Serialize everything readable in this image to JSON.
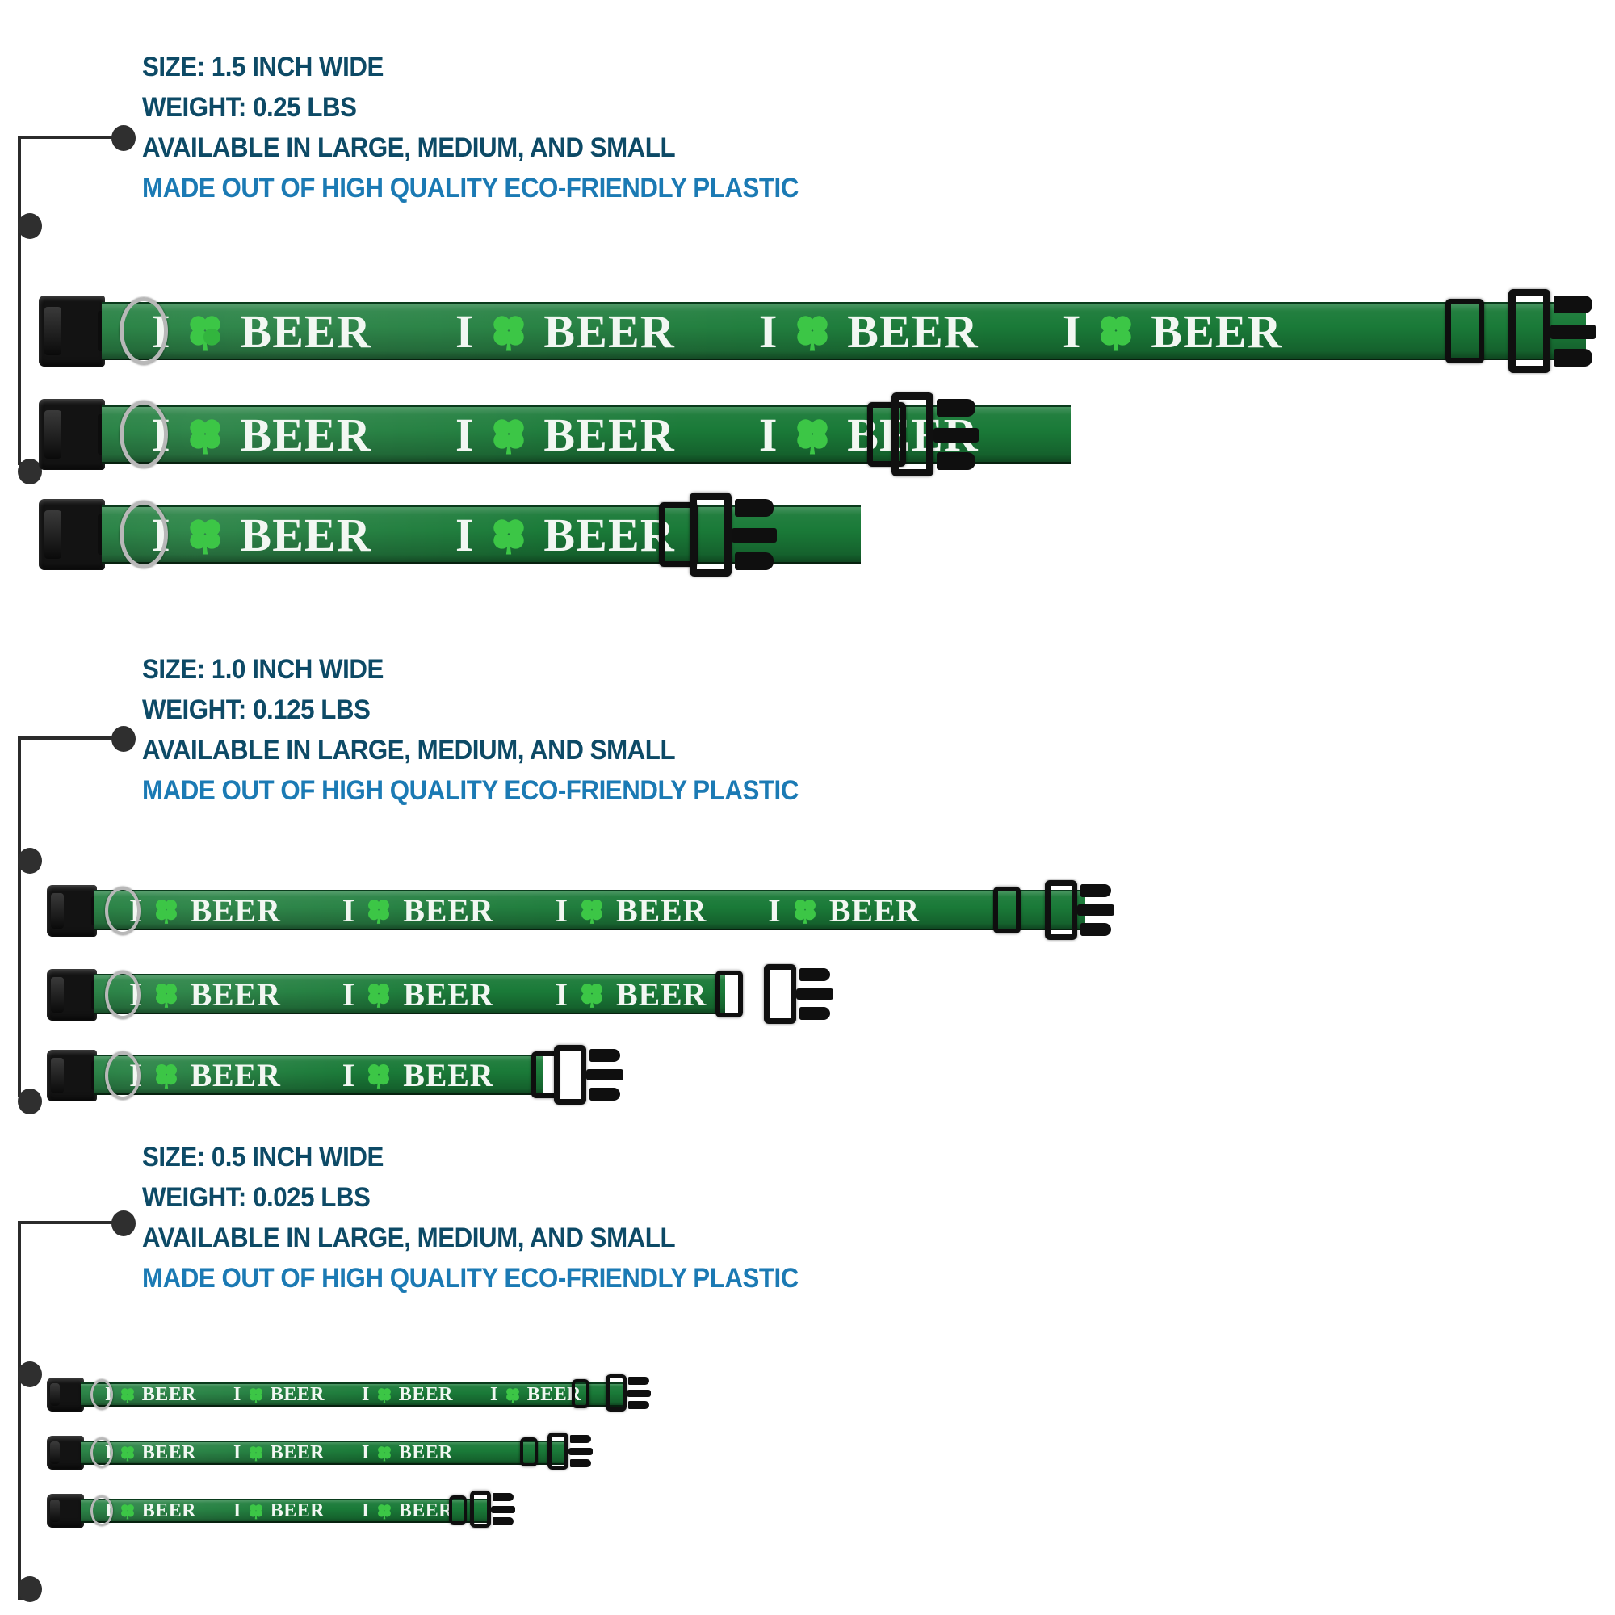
{
  "colors": {
    "text_dark": "#0d4a66",
    "text_light": "#1b7ab4",
    "webbing_green": "#1a7a38",
    "shamrock_green": "#3cc646",
    "print_white": "#f2f7f2",
    "hardware_black": "#131313",
    "dring_silver": "#b8b8b8",
    "leader_line": "#2b2b2b",
    "background": "#ffffff"
  },
  "collar_print": {
    "i_text": "I",
    "icon": "shamrock-icon",
    "beer_text": "BEER",
    "full_phrase": "I ☘ BEER"
  },
  "groups": [
    {
      "id": "group-1p5",
      "spec": {
        "size": "SIZE: 1.5 INCH WIDE",
        "weight": "WEIGHT: 0.25 LBS",
        "availability": "AVAILABLE IN LARGE, MEDIUM, AND SMALL",
        "material": "MADE OUT OF HIGH QUALITY ECO-FRIENDLY PLASTIC"
      },
      "collars": [
        {
          "size_label": "large",
          "repeats": 4
        },
        {
          "size_label": "medium",
          "repeats": 3
        },
        {
          "size_label": "small",
          "repeats": 2
        }
      ]
    },
    {
      "id": "group-1p0",
      "spec": {
        "size": "SIZE: 1.0 INCH WIDE",
        "weight": "WEIGHT: 0.125 LBS",
        "availability": "AVAILABLE IN LARGE, MEDIUM, AND SMALL",
        "material": "MADE OUT OF HIGH QUALITY ECO-FRIENDLY PLASTIC"
      },
      "collars": [
        {
          "size_label": "large",
          "repeats": 4
        },
        {
          "size_label": "medium",
          "repeats": 3
        },
        {
          "size_label": "small",
          "repeats": 2
        }
      ]
    },
    {
      "id": "group-0p5",
      "spec": {
        "size": "SIZE: 0.5 INCH WIDE",
        "weight": "WEIGHT: 0.025 LBS",
        "availability": "AVAILABLE IN LARGE, MEDIUM, AND SMALL",
        "material": "MADE OUT OF HIGH QUALITY ECO-FRIENDLY PLASTIC"
      },
      "collars": [
        {
          "size_label": "large",
          "repeats": 4
        },
        {
          "size_label": "medium",
          "repeats": 3
        },
        {
          "size_label": "small",
          "repeats": 3
        }
      ]
    }
  ]
}
